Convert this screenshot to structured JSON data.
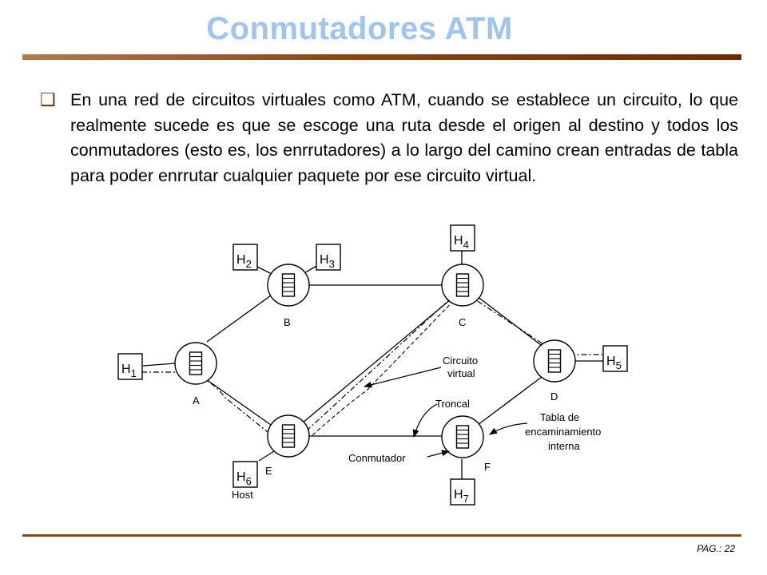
{
  "slide": {
    "title": "Conmutadores ATM",
    "bullet_text": "En una red de circuitos virtuales como ATM, cuando se establece un circuito, lo que realmente sucede es que se escoge una ruta desde el origen al destino y todos los conmutadores (esto es, los enrrutadores) a lo largo del camino crean entradas de tabla para poder enrrutar cualquier paquete por ese circuito virtual.",
    "page_number": "PAG.: 22"
  },
  "diagram": {
    "nodes": {
      "A": "A",
      "B": "B",
      "C": "C",
      "D": "D",
      "E": "E",
      "F": "F"
    },
    "hosts": {
      "h1": {
        "letter": "H",
        "sub": "1"
      },
      "h2": {
        "letter": "H",
        "sub": "2"
      },
      "h3": {
        "letter": "H",
        "sub": "3"
      },
      "h4": {
        "letter": "H",
        "sub": "4"
      },
      "h5": {
        "letter": "H",
        "sub": "5"
      },
      "h6": {
        "letter": "H",
        "sub": "6"
      },
      "h7": {
        "letter": "H",
        "sub": "7"
      }
    },
    "labels": {
      "circuito": "Circuito",
      "virtual": "virtual",
      "troncal": "Troncal",
      "tabla_1": "Tabla de",
      "tabla_2": "encaminamiento",
      "tabla_3": "interna",
      "conmutador": "Conmutador",
      "host": "Host"
    }
  },
  "colors": {
    "title": "#9fc5ef",
    "rule": "#8b4513",
    "bullet": "#7a2e00"
  }
}
